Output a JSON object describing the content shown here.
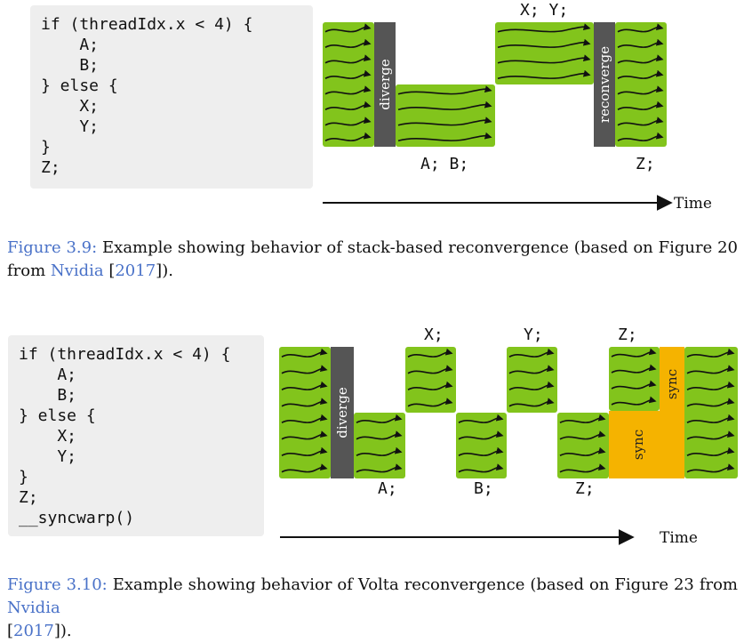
{
  "figure1": {
    "code_lines": [
      "if (threadIdx.x < 4) {",
      "    A;",
      "    B;",
      "} else {",
      "    X;",
      "    Y;",
      "}",
      "Z;"
    ],
    "label_diverge": "diverge",
    "label_reconverge": "reconverge",
    "label_xy": "X; Y;",
    "label_ab": "A; B;",
    "label_z": "Z;",
    "time_label": "Time",
    "caption": {
      "figure_label": "Figure 3.9:",
      "text_1": "Example showing behavior of stack-based reconvergence (based on Figure 20",
      "text_2": "from",
      "link": "Nvidia",
      "open": "[",
      "year": "2017",
      "close": "])."
    }
  },
  "figure2": {
    "code_lines": [
      "if (threadIdx.x < 4) {",
      "    A;",
      "    B;",
      "} else {",
      "    X;",
      "    Y;",
      "}",
      "Z;",
      "__syncwarp()"
    ],
    "label_diverge": "diverge",
    "label_x": "X;",
    "label_y": "Y;",
    "label_z_top": "Z;",
    "label_a": "A;",
    "label_b": "B;",
    "label_z_bottom": "Z;",
    "label_sync_large": "sync",
    "label_sync_small": "sync",
    "time_label": "Time",
    "caption": {
      "figure_label": "Figure 3.10:",
      "text_1": "Example showing behavior of Volta reconvergence (based on Figure 23 from",
      "link": "Nvidia",
      "open": "[",
      "year": "2017",
      "close": "])."
    }
  },
  "colors": {
    "thread_green": "#82c41c",
    "bar_gray": "#555555",
    "sync_orange": "#f5b300",
    "link_blue": "#4a72c8",
    "code_bg": "#eeeeee"
  }
}
